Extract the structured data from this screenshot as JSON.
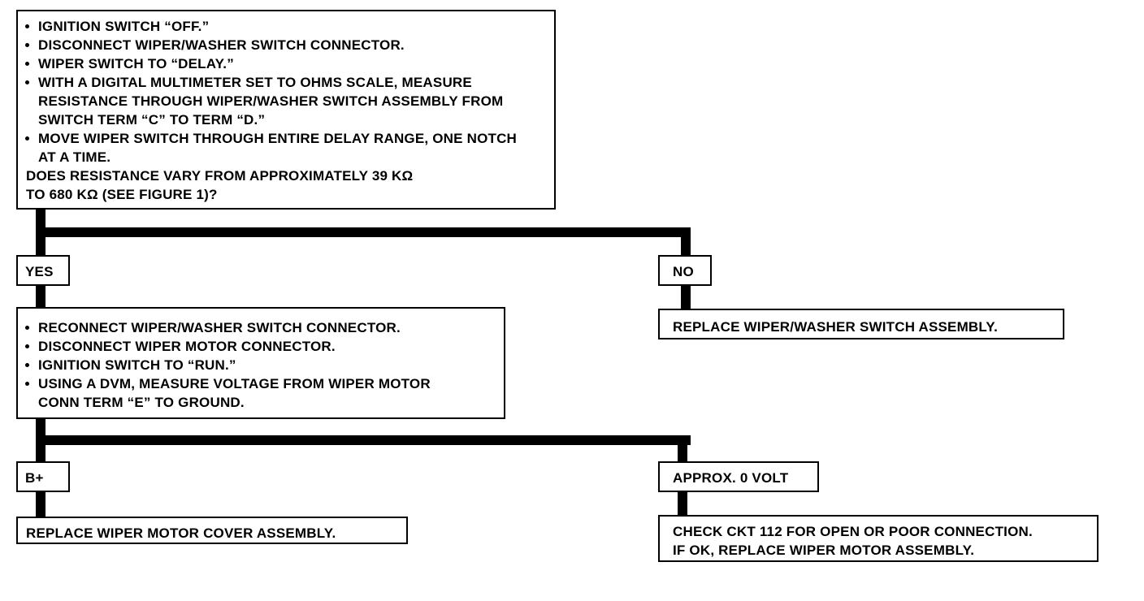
{
  "box1": {
    "bullets": [
      "IGNITION SWITCH “OFF.”",
      "DISCONNECT WIPER/WASHER SWITCH CONNECTOR.",
      "WIPER SWITCH TO “DELAY.”",
      "WITH A DIGITAL MULTIMETER SET TO OHMS SCALE, MEASURE RESISTANCE THROUGH WIPER/WASHER SWITCH ASSEMBLY FROM SWITCH TERM “C” TO TERM “D.”",
      "MOVE WIPER SWITCH THROUGH ENTIRE DELAY RANGE, ONE NOTCH AT A TIME."
    ],
    "question_line1": "DOES RESISTANCE VARY FROM APPROXIMATELY  39 KΩ",
    "question_line2": "TO 680 KΩ (SEE FIGURE 1)?"
  },
  "yes_label": "YES",
  "no_label": "NO",
  "no_result": "REPLACE WIPER/WASHER SWITCH ASSEMBLY.",
  "box2": {
    "bullets": [
      "RECONNECT WIPER/WASHER SWITCH CONNECTOR.",
      "DISCONNECT WIPER MOTOR CONNECTOR.",
      "IGNITION SWITCH TO “RUN.”",
      "USING A DVM, MEASURE VOLTAGE FROM WIPER MOTOR CONN TERM “E” TO GROUND."
    ]
  },
  "bplus_label": "B+",
  "zero_label": "APPROX. 0 VOLT",
  "bplus_result": "REPLACE WIPER MOTOR COVER ASSEMBLY.",
  "zero_result_line1": "CHECK CKT 112 FOR OPEN OR POOR CONNECTION.",
  "zero_result_line2": "IF OK, REPLACE WIPER MOTOR ASSEMBLY."
}
